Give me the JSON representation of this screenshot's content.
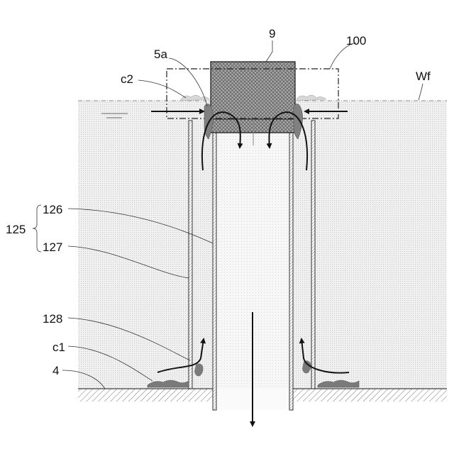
{
  "labels": {
    "nine": "9",
    "hundred": "100",
    "five_a": "5a",
    "c2": "c2",
    "wf": "Wf",
    "one26": "126",
    "one25": "125",
    "one27": "127",
    "one28": "128",
    "c1": "c1",
    "four": "4"
  },
  "colors": {
    "water": "#e4e4e4",
    "ground_hatch": "#777777",
    "block": "#9a9a9a",
    "deposit": "#7a7a7a",
    "arrow": "#111111"
  }
}
